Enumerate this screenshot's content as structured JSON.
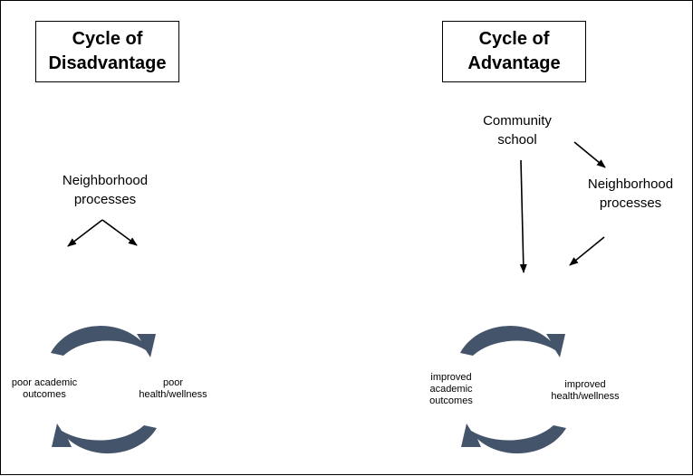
{
  "left": {
    "title": {
      "line1": "Cycle of",
      "line2": "Disadvantage"
    },
    "neighborhood": {
      "line1": "Neighborhood",
      "line2": "processes"
    },
    "outcome_left": {
      "line1": "poor academic",
      "line2": "outcomes"
    },
    "outcome_right": {
      "line1": "poor",
      "line2": "health/wellness"
    }
  },
  "right": {
    "title": {
      "line1": "Cycle of",
      "line2": "Advantage"
    },
    "community": {
      "line1": "Community",
      "line2": "school"
    },
    "neighborhood": {
      "line1": "Neighborhood",
      "line2": "processes"
    },
    "outcome_left": {
      "line1": "improved",
      "line2": "academic",
      "line3": "outcomes"
    },
    "outcome_right": {
      "line1": "improved",
      "line2": "health/wellness"
    }
  },
  "colors": {
    "cycle_arrow": "#44546a",
    "line": "#000000"
  }
}
